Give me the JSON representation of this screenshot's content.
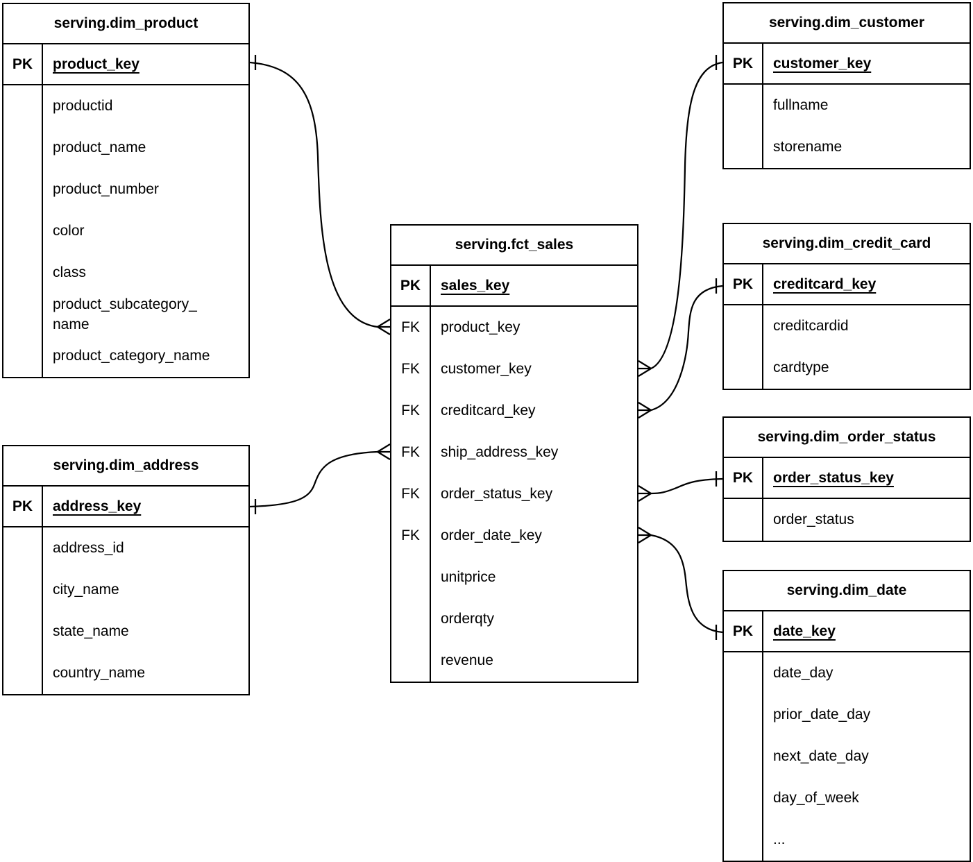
{
  "diagram": {
    "type": "er-diagram",
    "background_color": "#ffffff",
    "line_color": "#000000",
    "text_color": "#000000",
    "entities": [
      {
        "id": "dim_product",
        "title": "serving.dim_product",
        "key_rows": [
          {
            "badge": "PK",
            "name": "product_key"
          }
        ],
        "rows": [
          {
            "badge": "",
            "name": "productid"
          },
          {
            "badge": "",
            "name": "product_name"
          },
          {
            "badge": "",
            "name": "product_number"
          },
          {
            "badge": "",
            "name": "color"
          },
          {
            "badge": "",
            "name": "class"
          },
          {
            "badge": "",
            "name": "product_subcategory_name"
          },
          {
            "badge": "",
            "name": "product_category_name"
          }
        ]
      },
      {
        "id": "dim_address",
        "title": "serving.dim_address",
        "key_rows": [
          {
            "badge": "PK",
            "name": "address_key"
          }
        ],
        "rows": [
          {
            "badge": "",
            "name": "address_id"
          },
          {
            "badge": "",
            "name": "city_name"
          },
          {
            "badge": "",
            "name": "state_name"
          },
          {
            "badge": "",
            "name": "country_name"
          }
        ]
      },
      {
        "id": "fct_sales",
        "title": "serving.fct_sales",
        "key_rows": [
          {
            "badge": "PK",
            "name": "sales_key"
          }
        ],
        "rows": [
          {
            "badge": "FK",
            "name": "product_key"
          },
          {
            "badge": "FK",
            "name": "customer_key"
          },
          {
            "badge": "FK",
            "name": "creditcard_key"
          },
          {
            "badge": "FK",
            "name": "ship_address_key"
          },
          {
            "badge": "FK",
            "name": "order_status_key"
          },
          {
            "badge": "FK",
            "name": "order_date_key"
          },
          {
            "badge": "",
            "name": "unitprice"
          },
          {
            "badge": "",
            "name": "orderqty"
          },
          {
            "badge": "",
            "name": "revenue"
          }
        ]
      },
      {
        "id": "dim_customer",
        "title": "serving.dim_customer",
        "key_rows": [
          {
            "badge": "PK",
            "name": "customer_key"
          }
        ],
        "rows": [
          {
            "badge": "",
            "name": "fullname"
          },
          {
            "badge": "",
            "name": "storename"
          }
        ]
      },
      {
        "id": "dim_credit_card",
        "title": "serving.dim_credit_card",
        "key_rows": [
          {
            "badge": "PK",
            "name": "creditcard_key"
          }
        ],
        "rows": [
          {
            "badge": "",
            "name": "creditcardid"
          },
          {
            "badge": "",
            "name": "cardtype"
          }
        ]
      },
      {
        "id": "dim_order_status",
        "title": "serving.dim_order_status",
        "key_rows": [
          {
            "badge": "PK",
            "name": "order_status_key"
          }
        ],
        "rows": [
          {
            "badge": "",
            "name": "order_status"
          }
        ]
      },
      {
        "id": "dim_date",
        "title": "serving.dim_date",
        "key_rows": [
          {
            "badge": "PK",
            "name": "date_key"
          }
        ],
        "rows": [
          {
            "badge": "",
            "name": "date_day"
          },
          {
            "badge": "",
            "name": "prior_date_day"
          },
          {
            "badge": "",
            "name": "next_date_day"
          },
          {
            "badge": "",
            "name": "day_of_week"
          },
          {
            "badge": "",
            "name": "..."
          }
        ]
      }
    ],
    "relationships": [
      {
        "id": "product-sales",
        "one_entity": "serving.dim_product",
        "one_field": "product_key",
        "many_entity": "serving.fct_sales",
        "many_field": "product_key"
      },
      {
        "id": "address-sales",
        "one_entity": "serving.dim_address",
        "one_field": "address_key",
        "many_entity": "serving.fct_sales",
        "many_field": "ship_address_key"
      },
      {
        "id": "customer-sales",
        "one_entity": "serving.dim_customer",
        "one_field": "customer_key",
        "many_entity": "serving.fct_sales",
        "many_field": "customer_key"
      },
      {
        "id": "creditcard-sales",
        "one_entity": "serving.dim_credit_card",
        "one_field": "creditcard_key",
        "many_entity": "serving.fct_sales",
        "many_field": "creditcard_key"
      },
      {
        "id": "orderstatus-sales",
        "one_entity": "serving.dim_order_status",
        "one_field": "order_status_key",
        "many_entity": "serving.fct_sales",
        "many_field": "order_status_key"
      },
      {
        "id": "date-sales",
        "one_entity": "serving.dim_date",
        "one_field": "date_key",
        "many_entity": "serving.fct_sales",
        "many_field": "order_date_key"
      }
    ]
  }
}
